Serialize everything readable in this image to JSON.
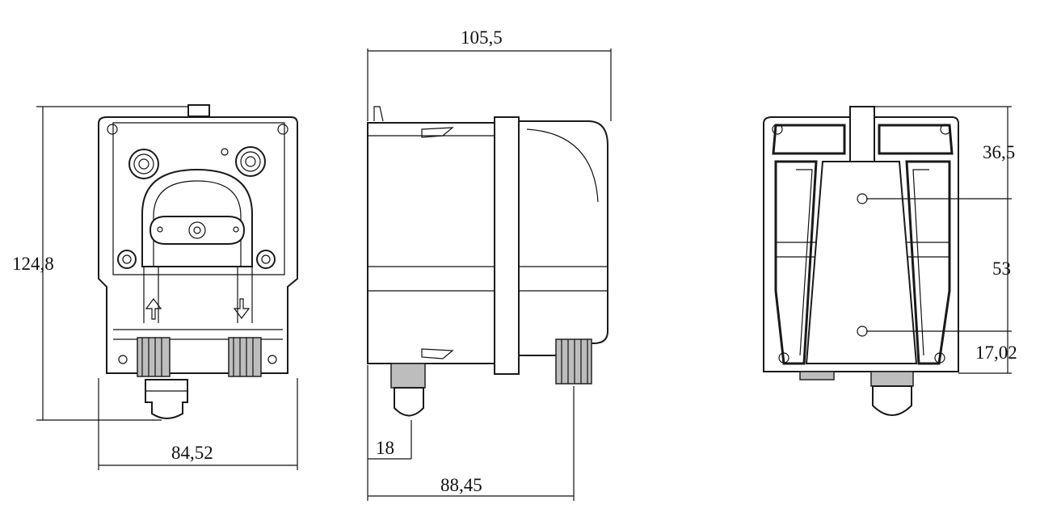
{
  "dimensions": {
    "front_height": "124,8",
    "front_width": "84,52",
    "side_width": "105,5",
    "side_fitting": "18",
    "side_depth": "88,45",
    "rear_top": "36,5",
    "rear_middle": "53",
    "rear_bottom": "17,02"
  }
}
